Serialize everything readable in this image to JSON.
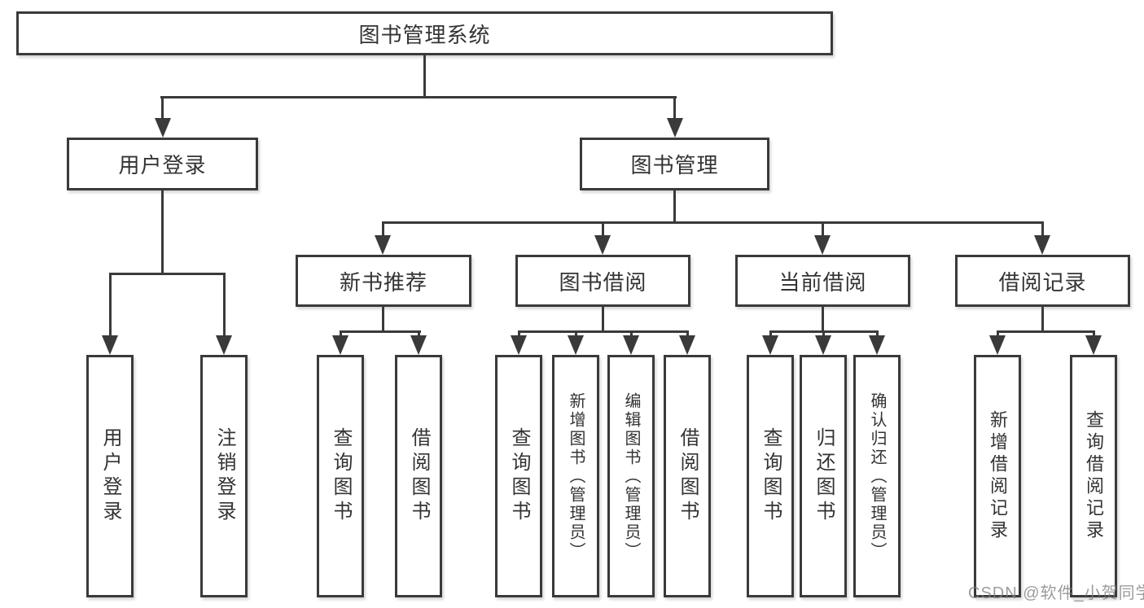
{
  "colors": {
    "line": "#3a3a3a",
    "text": "#333333",
    "box_background": "#ffffff",
    "page_background": "#ffffff",
    "watermark": "#808080"
  },
  "watermark": {
    "text": "CSDN @软件_小贺同学"
  },
  "tree": {
    "label": "图书管理系统",
    "children": [
      {
        "label": "用户登录",
        "children": [
          {
            "label": "用户登录"
          },
          {
            "label": "注销登录"
          }
        ]
      },
      {
        "label": "图书管理",
        "children": [
          {
            "label": "新书推荐",
            "children": [
              {
                "label": "查询图书"
              },
              {
                "label": "借阅图书"
              }
            ]
          },
          {
            "label": "图书借阅",
            "children": [
              {
                "label": "查询图书"
              },
              {
                "label": "新增图书（管理员）"
              },
              {
                "label": "编辑图书（管理员）"
              },
              {
                "label": "借阅图书"
              }
            ]
          },
          {
            "label": "当前借阅",
            "children": [
              {
                "label": "查询图书"
              },
              {
                "label": "归还图书"
              },
              {
                "label": "确认归还（管理员）"
              }
            ]
          },
          {
            "label": "借阅记录",
            "children": [
              {
                "label": "新增借阅记录"
              },
              {
                "label": "查询借阅记录"
              }
            ]
          }
        ]
      }
    ]
  }
}
